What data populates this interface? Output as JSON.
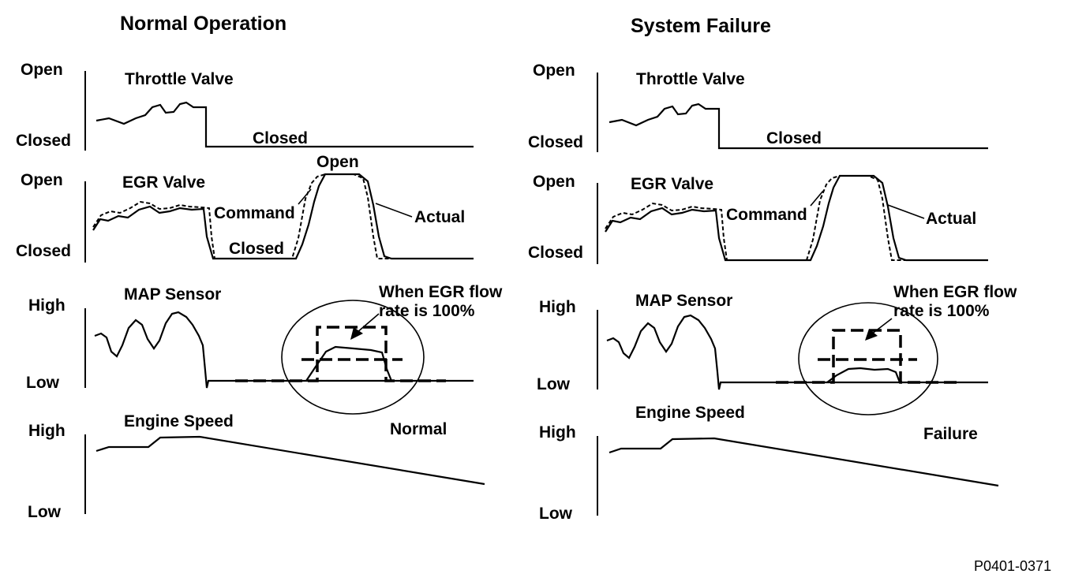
{
  "panels": [
    {
      "title": "Normal Operation",
      "throttle": {
        "name": "Throttle Valve",
        "top": "Open",
        "bottom": "Closed",
        "state_label": "Closed"
      },
      "egr": {
        "name": "EGR Valve",
        "top": "Open",
        "bottom": "Closed",
        "command_label": "Command",
        "actual_label": "Actual",
        "closed_label": "Closed",
        "open_label": "Open"
      },
      "map": {
        "name": "MAP Sensor",
        "top": "High",
        "bottom": "Low",
        "note_line1": "When EGR flow",
        "note_line2": "rate is 100%",
        "result": "Normal"
      },
      "engine": {
        "name": "Engine Speed",
        "top": "High",
        "bottom": "Low"
      }
    },
    {
      "title": "System Failure",
      "throttle": {
        "name": "Throttle Valve",
        "top": "Open",
        "bottom": "Closed",
        "state_label": "Closed"
      },
      "egr": {
        "name": "EGR Valve",
        "top": "Open",
        "bottom": "Closed",
        "command_label": "Command",
        "actual_label": "Actual"
      },
      "map": {
        "name": "MAP Sensor",
        "top": "High",
        "bottom": "Low",
        "note_line1": "When EGR flow",
        "note_line2": "rate is 100%"
      },
      "engine": {
        "name": "Engine Speed",
        "top": "High",
        "bottom": "Low",
        "result": "Failure"
      }
    }
  ],
  "figure_id": "P0401-0371"
}
